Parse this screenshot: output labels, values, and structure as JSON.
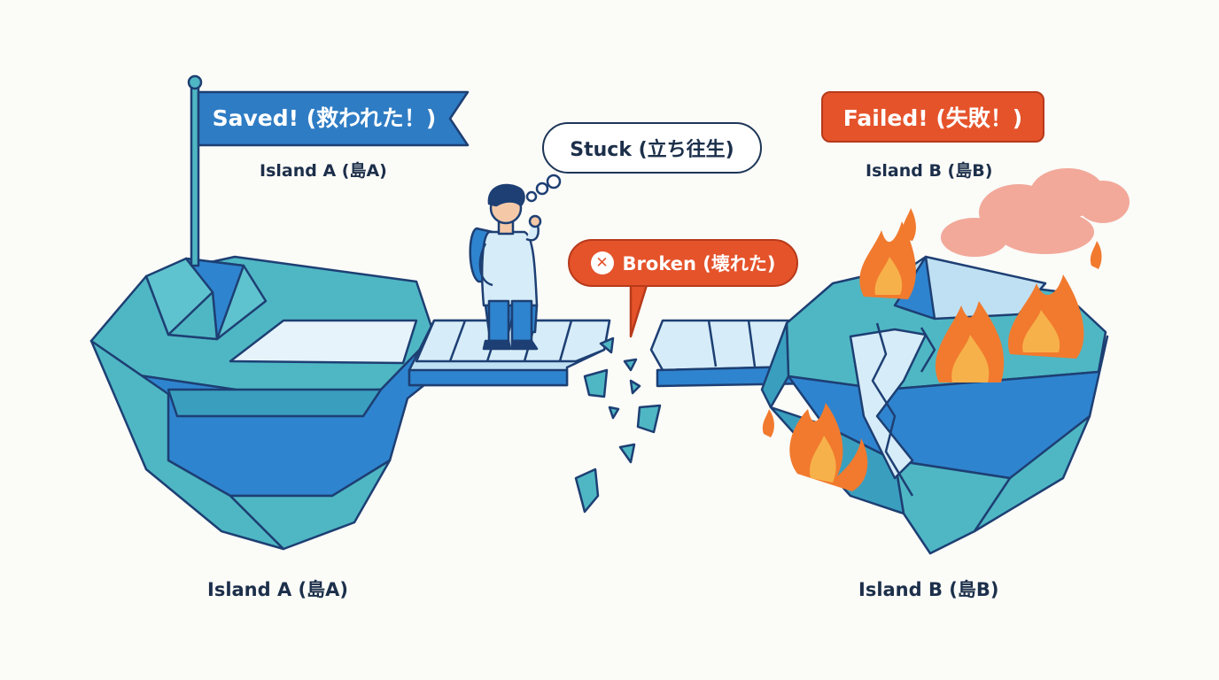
{
  "island_a": {
    "flag_text": "Saved! (救われた！)",
    "top_label": "Island A (島A)",
    "bottom_label": "Island A (島A)"
  },
  "island_b": {
    "badge_text": "Failed! (失敗！)",
    "top_label": "Island B (島B)",
    "bottom_label": "Island B (島B)"
  },
  "traveler": {
    "thought": "Stuck (立ち往生)"
  },
  "bridge": {
    "status": "Broken (壊れた)",
    "status_icon": "x-circle-icon"
  },
  "colors": {
    "flag_blue": "#2e7cc4",
    "island_teal": "#4fb7c4",
    "island_blue": "#2f84cf",
    "bridge_light": "#d6ecf8",
    "outline": "#1d3f73",
    "alert_red": "#e5532b",
    "fire_orange": "#f17a2e",
    "smoke_pink": "#f2a99a"
  }
}
